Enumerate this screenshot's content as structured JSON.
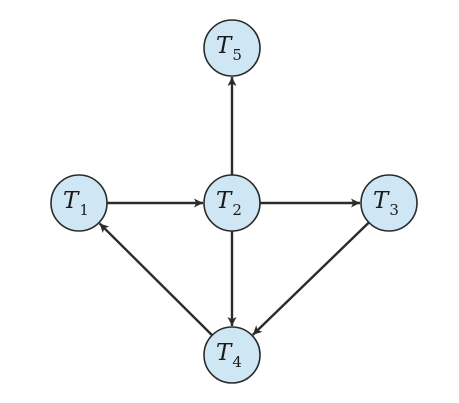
{
  "graph": {
    "node_fill": "#cfe7f5",
    "node_stroke": "#2b2b2b",
    "edge_color": "#2b2b2b",
    "nodes": [
      {
        "id": "T1",
        "letter": "T",
        "sub": "1"
      },
      {
        "id": "T2",
        "letter": "T",
        "sub": "2"
      },
      {
        "id": "T3",
        "letter": "T",
        "sub": "3"
      },
      {
        "id": "T4",
        "letter": "T",
        "sub": "4"
      },
      {
        "id": "T5",
        "letter": "T",
        "sub": "5"
      }
    ],
    "edges": [
      {
        "from": "T1",
        "to": "T2"
      },
      {
        "from": "T2",
        "to": "T3"
      },
      {
        "from": "T2",
        "to": "T5"
      },
      {
        "from": "T2",
        "to": "T4"
      },
      {
        "from": "T3",
        "to": "T4"
      },
      {
        "from": "T4",
        "to": "T1"
      }
    ]
  }
}
